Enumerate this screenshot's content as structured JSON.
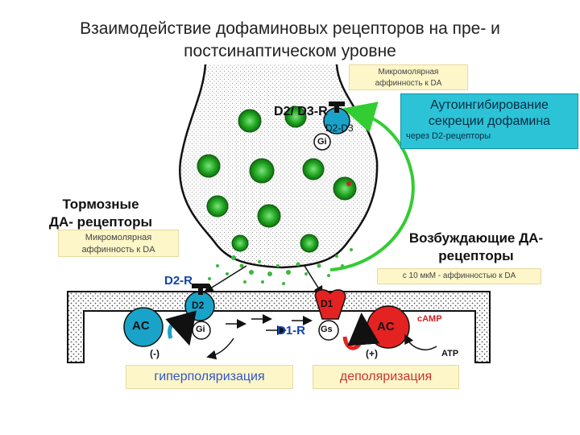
{
  "title_line1": "Взаимодействие дофаминовых рецепторов на пре- и",
  "title_line2": "постсинаптическом уровне",
  "top_note": {
    "line1": "Микромолярная",
    "line2": "аффинность к DA"
  },
  "autoinhibition": {
    "line1": "Аутоингибирование",
    "line2": "секреции дофамина",
    "line3": "через D2-рецепторы"
  },
  "inhibitory": {
    "heading1": "Тормозные",
    "heading2": "ДА- рецепторы",
    "note1": "Микромолярная",
    "note2": "аффинность к DA"
  },
  "excitatory": {
    "heading1": "Возбуждающие ДА-",
    "heading2": "рецепторы",
    "note": "с 10 мкМ - аффинностью к DA"
  },
  "presyn_labels": {
    "d2d3r": "D2/ D3-R",
    "d2d3": "D2-D3",
    "gi": "Gi"
  },
  "post_left": {
    "d2r": "D2-R",
    "d2": "D2",
    "gi": "Gi",
    "ac": "AC",
    "minus": "(-)"
  },
  "post_right": {
    "d1r": "D1-R",
    "d1": "D1",
    "gs": "Gs",
    "ac": "AC",
    "camp": "cAMP",
    "plus": "(+)",
    "atp": "ATP"
  },
  "hyper": "гиперполяризация",
  "depol": "деполяризация",
  "colors": {
    "yellow_box": "#fdf6c8",
    "cyan_box": "#2cc3d6",
    "green_arrow": "#33cc33",
    "red_receptor": "#e52222",
    "blue_receptor": "#1aa3c8",
    "hyper_text": "#3355cc",
    "depol_text": "#cc3333"
  }
}
